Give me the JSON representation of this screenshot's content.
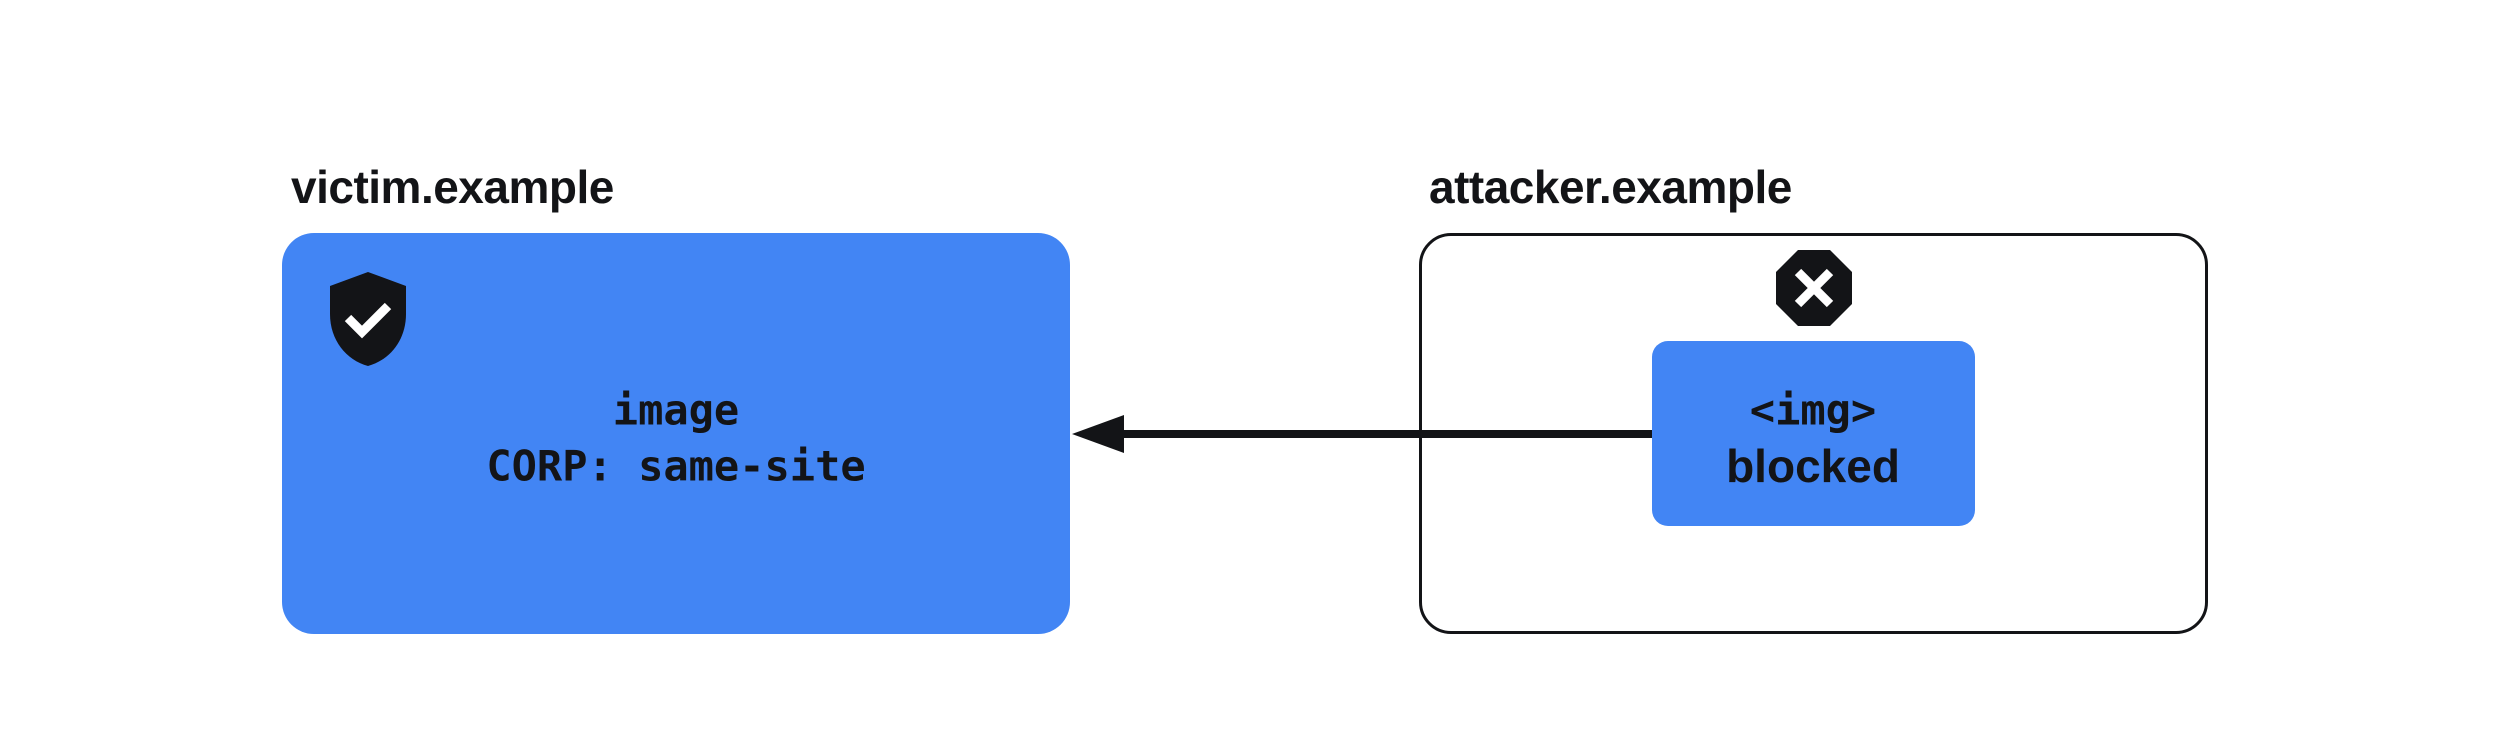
{
  "victim": {
    "domain_label": "victim.example",
    "line1": "image",
    "line2": "CORP: same-site",
    "icon": "shield-check-icon"
  },
  "attacker": {
    "domain_label": "attacker.example",
    "element_line1": "<img>",
    "element_line2": "blocked",
    "icon": "blocked-octagon-x-icon"
  },
  "colors": {
    "box_blue": "#4285f4",
    "ink": "#131417"
  }
}
